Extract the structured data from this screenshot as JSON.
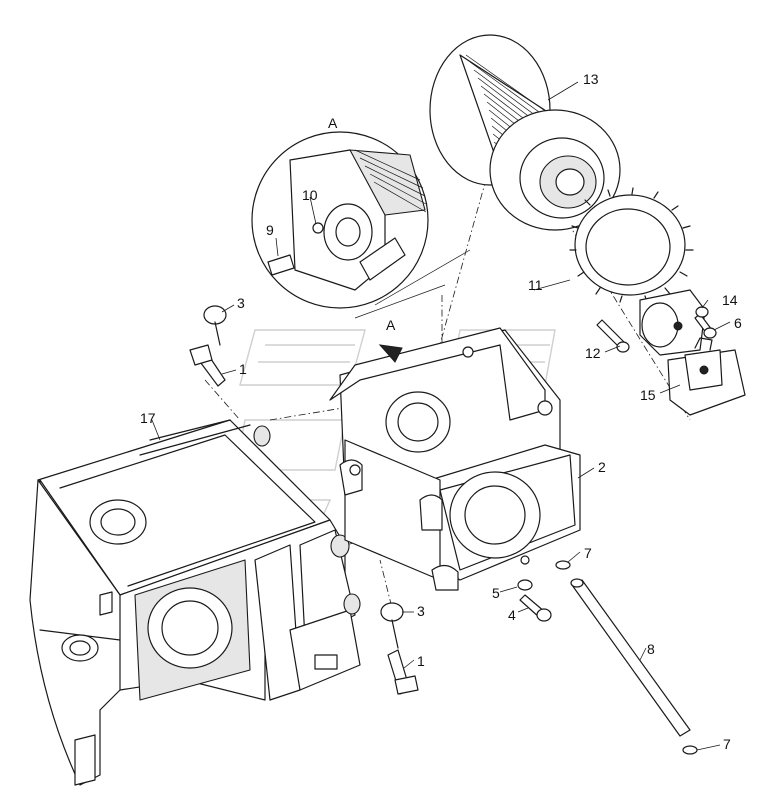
{
  "callouts": [
    {
      "id": "c1a",
      "text": "1"
    },
    {
      "id": "c1b",
      "text": "1"
    },
    {
      "id": "c2",
      "text": "2"
    },
    {
      "id": "c3a",
      "text": "3"
    },
    {
      "id": "c3b",
      "text": "3"
    },
    {
      "id": "c4",
      "text": "4"
    },
    {
      "id": "c5",
      "text": "5"
    },
    {
      "id": "c6",
      "text": "6"
    },
    {
      "id": "c7a",
      "text": "7"
    },
    {
      "id": "c7b",
      "text": "7"
    },
    {
      "id": "c8",
      "text": "8"
    },
    {
      "id": "c9",
      "text": "9"
    },
    {
      "id": "c10",
      "text": "10"
    },
    {
      "id": "c11",
      "text": "11"
    },
    {
      "id": "c12",
      "text": "12"
    },
    {
      "id": "c13",
      "text": "13"
    },
    {
      "id": "c14",
      "text": "14"
    },
    {
      "id": "c15",
      "text": "15"
    },
    {
      "id": "c17",
      "text": "17"
    }
  ],
  "detail": {
    "label": "A",
    "view_marker": "A"
  }
}
